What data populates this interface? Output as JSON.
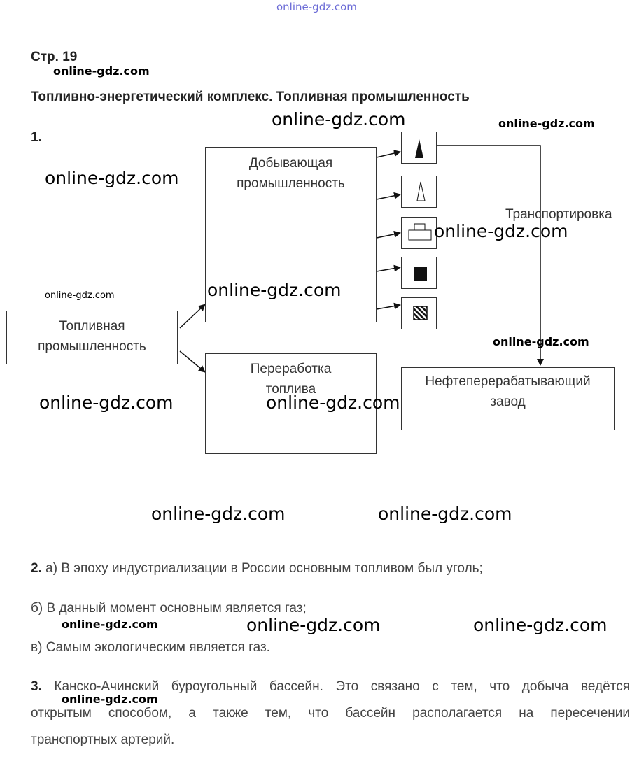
{
  "watermark": "online-gdz.com",
  "page": {
    "label": "Стр. 19",
    "section_title": "Топливно-энергетический комплекс. Топливная промышленность"
  },
  "task1": {
    "number": "1.",
    "diagram": {
      "fuel_industry": "Топливная промышленность",
      "extracting_industry": "Добывающая промышленность",
      "fuel_processing": "Переработка топлива",
      "refinery": "Нефтеперерабатывающий завод",
      "transport_label": "Транспортировка",
      "symbols": [
        "oil-symbol-icon",
        "gas-symbol-icon",
        "coal-symbol-icon",
        "peat-symbol-icon",
        "shale-symbol-icon"
      ]
    }
  },
  "task2": {
    "number": "2.",
    "a": "а) В эпоху индустриализации в России основным топливом был уголь;",
    "b": "б) В данный момент основным является газ;",
    "c": "в) Самым экологическим является газ."
  },
  "task3": {
    "number": "3.",
    "line1": " Канско-Ачинский буроугольный бассейн. Это связано с тем, что добыча ведётся",
    "line2": "открытым способом, а также тем, что бассейн располагается на пересечении",
    "line3": "транспортных артерий."
  }
}
